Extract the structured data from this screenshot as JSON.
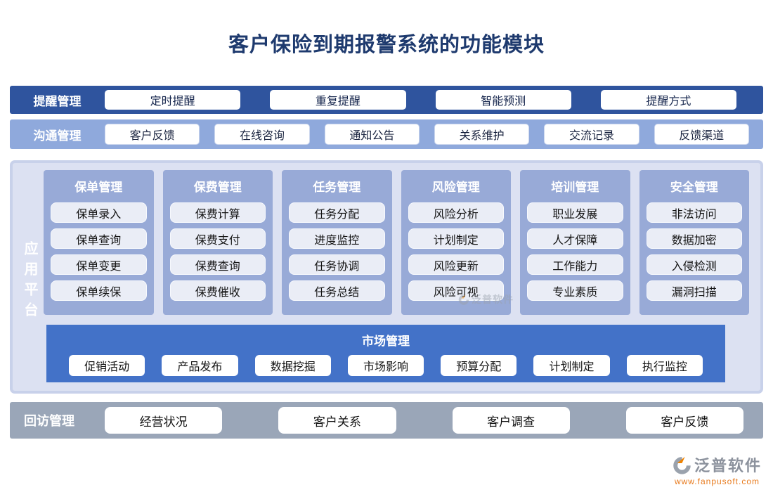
{
  "title": "客户保险到期报警系统的功能模块",
  "remind": {
    "label": "提醒管理",
    "items": [
      "定时提醒",
      "重复提醒",
      "智能预测",
      "提醒方式"
    ]
  },
  "comm": {
    "label": "沟通管理",
    "items": [
      "客户反馈",
      "在线咨询",
      "通知公告",
      "关系维护",
      "交流记录",
      "反馈渠道"
    ]
  },
  "platform": {
    "label": "应用平台",
    "columns": [
      {
        "header": "保单管理",
        "items": [
          "保单录入",
          "保单查询",
          "保单变更",
          "保单续保"
        ]
      },
      {
        "header": "保费管理",
        "items": [
          "保费计算",
          "保费支付",
          "保费查询",
          "保费催收"
        ]
      },
      {
        "header": "任务管理",
        "items": [
          "任务分配",
          "进度监控",
          "任务协调",
          "任务总结"
        ]
      },
      {
        "header": "风险管理",
        "items": [
          "风险分析",
          "计划制定",
          "风险更新",
          "风险可视"
        ]
      },
      {
        "header": "培训管理",
        "items": [
          "职业发展",
          "人才保障",
          "工作能力",
          "专业素质"
        ]
      },
      {
        "header": "安全管理",
        "items": [
          "非法访问",
          "数据加密",
          "入侵检测",
          "漏洞扫描"
        ]
      }
    ],
    "market": {
      "header": "市场管理",
      "items": [
        "促销活动",
        "产品发布",
        "数据挖掘",
        "市场影响",
        "预算分配",
        "计划制定",
        "执行监控"
      ]
    }
  },
  "revisit": {
    "label": "回访管理",
    "items": [
      "经营状况",
      "客户关系",
      "客户调查",
      "客户反馈"
    ]
  },
  "watermark": {
    "name": "泛普软件",
    "url": "www.fanpusoft.com"
  },
  "colors": {
    "title_text": "#1e3a6e",
    "remind_bar": "#2f549e",
    "comm_bar": "#8fa9dc",
    "panel_bg": "#dce1f2",
    "panel_border": "#c8d1ea",
    "column_bg": "#98aad7",
    "item_bg": "#eaedf6",
    "market_bar": "#4372c8",
    "revisit_bar": "#9aa6b8",
    "watermark_gray": "#8c929d",
    "watermark_orange": "#e87b1e"
  }
}
